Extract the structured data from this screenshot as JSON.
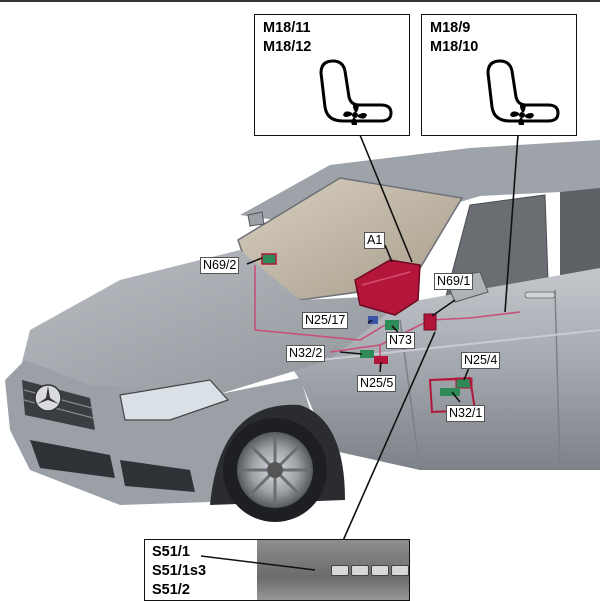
{
  "callouts": {
    "left": {
      "line1": "M18/11",
      "line2": "M18/12",
      "icon": "seat-fan-icon"
    },
    "right": {
      "line1": "M18/9",
      "line2": "M18/10",
      "icon": "seat-fan-icon"
    },
    "bottom": {
      "line1": "S51/1",
      "line2": "S51/1s3",
      "line3": "S51/2"
    }
  },
  "labels": {
    "a1": "A1",
    "n69_2": "N69/2",
    "n69_1": "N69/1",
    "n25_17": "N25/17",
    "n73": "N73",
    "n32_2": "N32/2",
    "n25_5": "N25/5",
    "n25_4": "N25/4",
    "n32_1": "N32/1"
  },
  "colors": {
    "component_red": "#b3163a",
    "component_green": "#2e8b57",
    "car_silver": "#a9adb3",
    "harness_pink": "#c8507a"
  }
}
